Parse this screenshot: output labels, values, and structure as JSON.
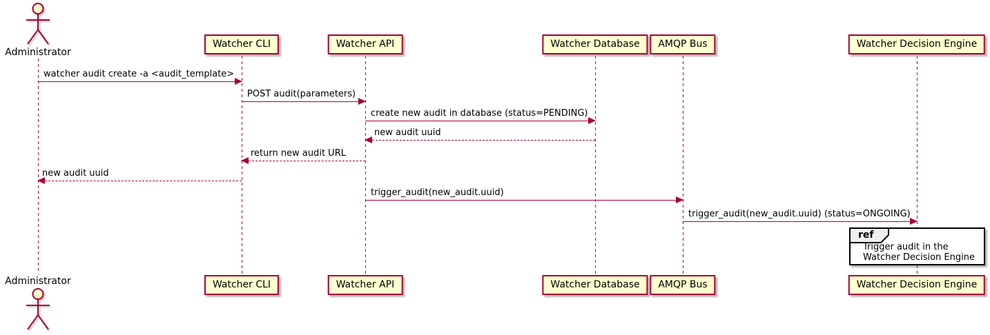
{
  "diagram_type": "sequence",
  "colors": {
    "participant_fill": "#FEFECE",
    "participant_border": "#A80036",
    "arrow_line": "#A80036",
    "lifeline": "#A80036",
    "text": "#000000",
    "ref_tab_fill": "#EEEEEE",
    "ref_body_fill": "#FFFFFF",
    "ref_border": "#000000"
  },
  "actor": {
    "name": "Administrator"
  },
  "participants": [
    {
      "name": "Watcher CLI"
    },
    {
      "name": "Watcher API"
    },
    {
      "name": "Watcher Database"
    },
    {
      "name": "AMQP Bus"
    },
    {
      "name": "Watcher Decision Engine"
    }
  ],
  "messages": [
    {
      "from": "Administrator",
      "to": "Watcher CLI",
      "text": "watcher audit create -a <audit_template>",
      "line_style": "solid",
      "direction": "right"
    },
    {
      "from": "Watcher CLI",
      "to": "Watcher API",
      "text": "POST audit(parameters)",
      "line_style": "solid",
      "direction": "right"
    },
    {
      "from": "Watcher API",
      "to": "Watcher Database",
      "text": "create new audit in database (status=PENDING)",
      "line_style": "solid",
      "direction": "right"
    },
    {
      "from": "Watcher Database",
      "to": "Watcher API",
      "text": "new audit uuid",
      "line_style": "dashed",
      "direction": "left"
    },
    {
      "from": "Watcher API",
      "to": "Watcher CLI",
      "text": "return new audit URL",
      "line_style": "dashed",
      "direction": "left"
    },
    {
      "from": "Watcher CLI",
      "to": "Administrator",
      "text": "new audit uuid",
      "line_style": "dashed",
      "direction": "left"
    },
    {
      "from": "Watcher API",
      "to": "AMQP Bus",
      "text": "trigger_audit(new_audit.uuid)",
      "line_style": "solid",
      "direction": "right"
    },
    {
      "from": "AMQP Bus",
      "to": "Watcher Decision Engine",
      "text": "trigger_audit(new_audit.uuid) (status=ONGOING)",
      "line_style": "solid",
      "direction": "right"
    }
  ],
  "ref_fragment": {
    "keyword": "ref",
    "over": "Watcher Decision Engine",
    "lines": [
      "Trigger audit in the",
      "Watcher Decision Engine"
    ]
  }
}
